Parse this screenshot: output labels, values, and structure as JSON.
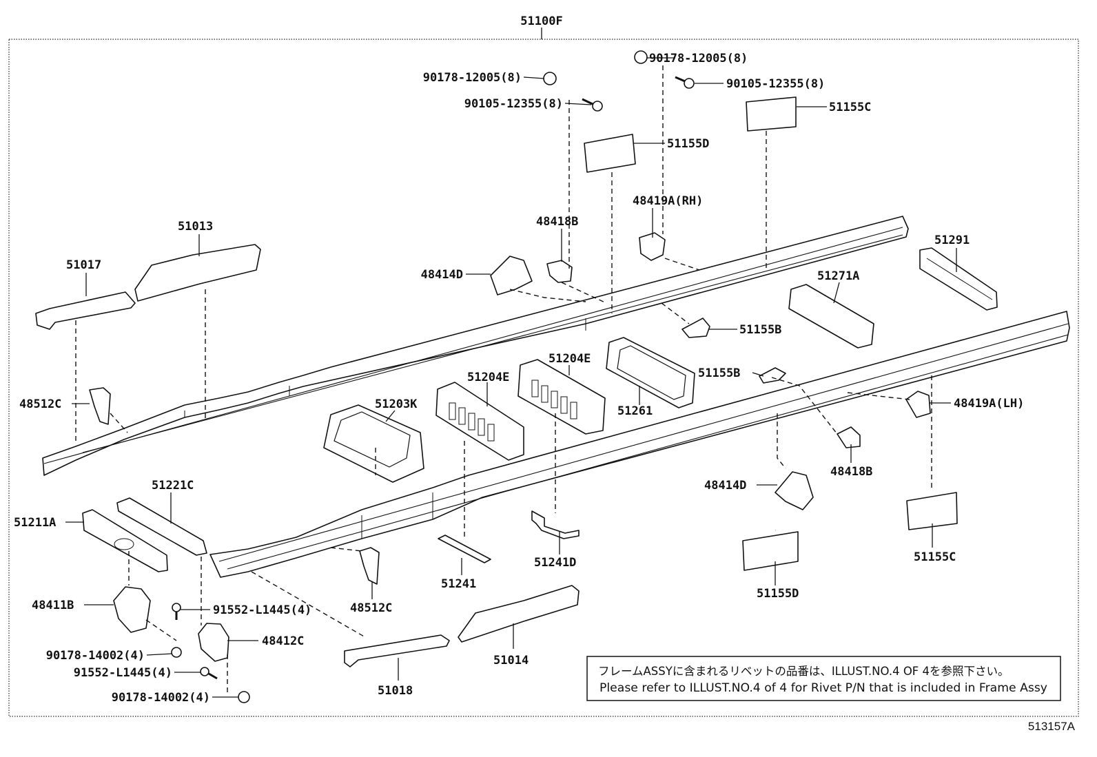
{
  "diagram_id": "513157A",
  "assembly_label": "51100F",
  "note": {
    "japanese": "フレームASSYに含まれるリベットの品番は、ILLUST.NO.4 OF 4を参照下さい。",
    "english": "Please refer to ILLUST.NO.4 of 4 for Rivet P/N that is included in Frame Assy"
  },
  "labels": {
    "n90178_12005_a": "90178-12005(8)",
    "n90105_12355_a": "90105-12355(8)",
    "n90178_12005_b": "90178-12005(8)",
    "n90105_12355_b": "90105-12355(8)",
    "n51155c_top": "51155C",
    "n51155d_top": "51155D",
    "n48419a_rh": "48419A(RH)",
    "n48418b_top": "48418B",
    "n48414d_top": "48414D",
    "n51013": "51013",
    "n51017": "51017",
    "n51291": "51291",
    "n51271a": "51271A",
    "n51155b_top": "51155B",
    "n51204e_right": "51204E",
    "n51155b_mid": "51155B",
    "n48512c_left": "48512C",
    "n51203k": "51203K",
    "n51204e_left": "51204E",
    "n51261": "51261",
    "n48419a_lh": "48419A(LH)",
    "n48418b_bot": "48418B",
    "n48414d_bot": "48414D",
    "n51221c": "51221C",
    "n51211a": "51211A",
    "n51155c_bot": "51155C",
    "n51241d": "51241D",
    "n51241": "51241",
    "n51155d_bot": "51155D",
    "n48411b": "48411B",
    "n91552_l1445_a": "91552-L1445(4)",
    "n48512c_bot": "48512C",
    "n48412c": "48412C",
    "n90178_14002_a": "90178-14002(4)",
    "n91552_l1445_b": "91552-L1445(4)",
    "n90178_14002_b": "90178-14002(4)",
    "n51014": "51014",
    "n51018": "51018"
  }
}
